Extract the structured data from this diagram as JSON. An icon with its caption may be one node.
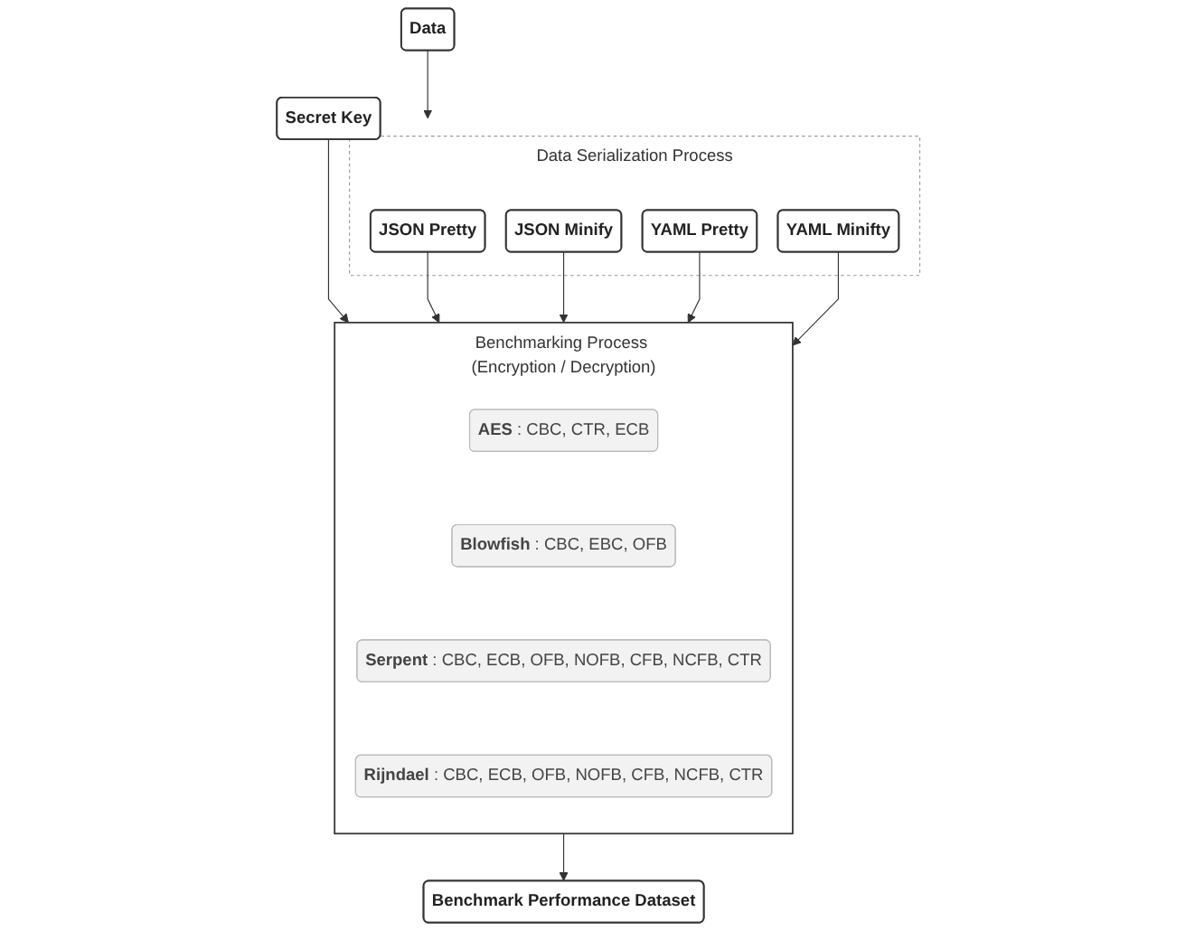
{
  "diagram": {
    "nodes": [
      {
        "text": [
          "Secret Key"
        ]
      },
      {
        "text": [
          "Data"
        ]
      },
      {
        "text": [
          "Data Serialization Process"
        ]
      },
      {
        "text": [
          "JSON Pretty"
        ],
        "in": 2
      },
      {
        "text": [
          "JSON Minify"
        ],
        "in": 2
      },
      {
        "text": [
          "YAML Pretty"
        ],
        "in": 2
      },
      {
        "text": [
          "YAML Minifty"
        ],
        "in": 2
      },
      {
        "text": [
          "Benchmarking Process (Encryption / Decryption)"
        ]
      },
      {
        "text": [
          "AES",
          ": CBC, CTR, ECB"
        ],
        "in": 7
      },
      {
        "text": [
          "Blowfish",
          ": CBC, EBC, OFB"
        ],
        "in": 7
      },
      {
        "text": [
          "Serpent",
          ": CBC, ECB, OFB, NOFB, CFB, NCFB, CTR"
        ],
        "in": 7
      },
      {
        "text": [
          "Rijndael",
          ": CBC, ECB, OFB, NOFB, CFB, NCFB, CTR"
        ],
        "in": 7
      },
      {
        "text": [
          "Benchmark Performance Dataset"
        ]
      }
    ],
    "edges": [
      {
        "from": 0,
        "to": 7,
        "arrow": "to"
      },
      {
        "from": 1,
        "to": 2,
        "arrow": "to"
      },
      {
        "from": 3,
        "to": 7,
        "arrow": "to"
      },
      {
        "from": 4,
        "to": 7,
        "arrow": "to"
      },
      {
        "from": 5,
        "to": 7,
        "arrow": "to"
      },
      {
        "from": 6,
        "to": 7,
        "arrow": "to"
      },
      {
        "from": 7,
        "to": 12,
        "arrow": "to"
      }
    ]
  }
}
